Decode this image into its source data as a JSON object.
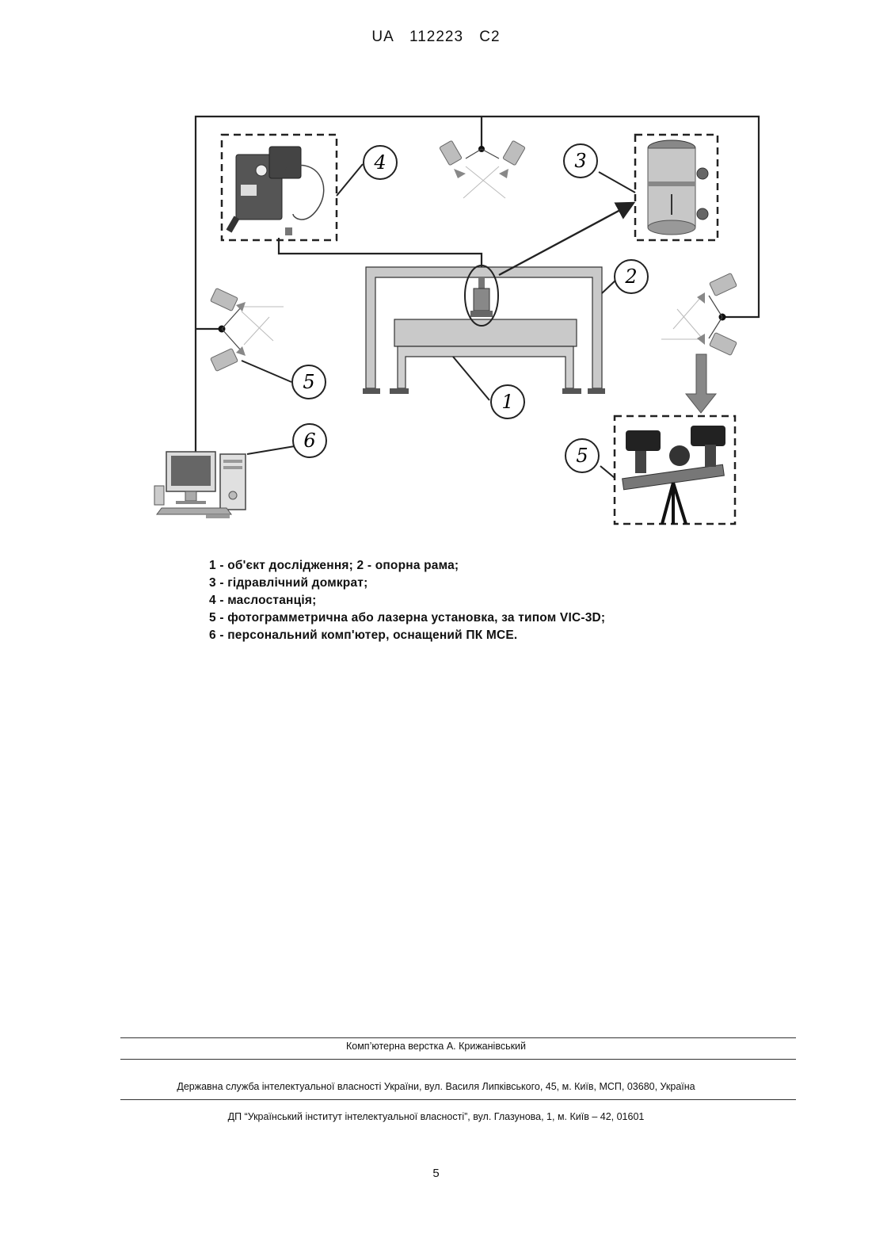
{
  "header": {
    "patent_code": "UA   112223   C2"
  },
  "figure": {
    "callouts": [
      "4",
      "3",
      "2",
      "5",
      "1",
      "6",
      "5"
    ]
  },
  "legend": {
    "items": [
      "1 - об'єкт дослідження; 2 - опорна рама;",
      "3 - гідравлічний домкрат;",
      "4 - маслостанція;",
      "5 - фотограмметрична або лазерна установка, за типом VIC-3D;",
      "6 - персональний комп'ютер, оснащений ПК МСЕ."
    ]
  },
  "footer": {
    "layout_credit": "Комп’ютерна верстка А. Крижанівський",
    "service_address": "Державна служба інтелектуальної власності України, вул. Василя Липківського, 45, м. Київ, МСП, 03680, Україна",
    "institute_address": "ДП “Український інститут інтелектуальної власності”, вул. Глазунова, 1, м. Київ – 42, 01601"
  },
  "page_number": "5"
}
